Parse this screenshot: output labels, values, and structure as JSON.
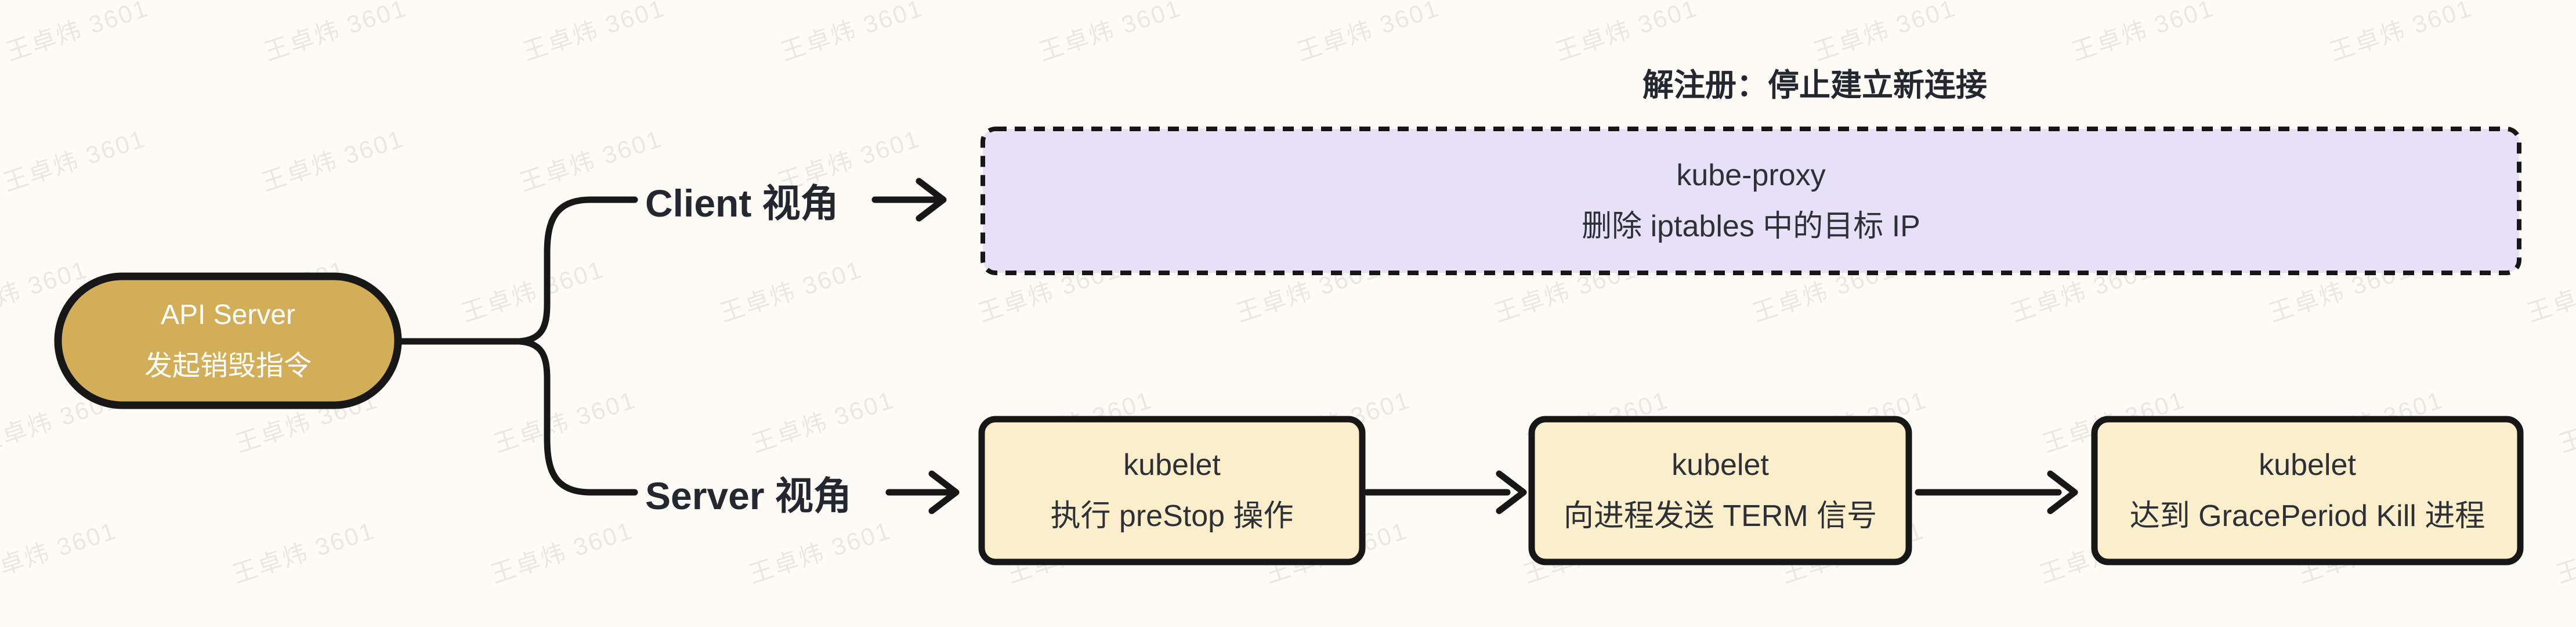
{
  "watermark": {
    "text": "王卓炜 3601"
  },
  "colors": {
    "background": "#fcfbf6",
    "stroke": "#171717",
    "root_fill": "#d2ae58",
    "step_fill": "#faefca",
    "client_fill": "#e7e1f8",
    "label_text": "#24272f",
    "node_text": "#2e3038",
    "root_text": "#ffffff",
    "watermark": "#eae8e2"
  },
  "root": {
    "line1": "API Server",
    "line2": "发起销毁指令"
  },
  "branches": {
    "client": {
      "label": "Client 视角",
      "annotation": "解注册：停止建立新连接",
      "node": {
        "line1": "kube-proxy",
        "line2": "删除 iptables 中的目标 IP"
      }
    },
    "server": {
      "label": "Server 视角",
      "steps": [
        {
          "line1": "kubelet",
          "line2": "执行 preStop 操作"
        },
        {
          "line1": "kubelet",
          "line2": "向进程发送 TERM 信号"
        },
        {
          "line1": "kubelet",
          "line2": "达到 GracePeriod Kill 进程"
        }
      ]
    }
  }
}
